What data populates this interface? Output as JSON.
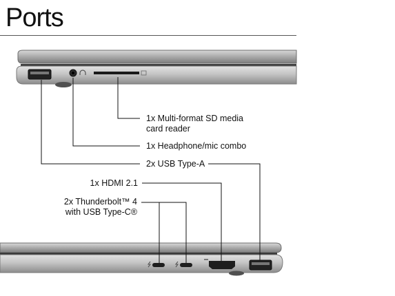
{
  "page": {
    "title": "Ports"
  },
  "left_side": {
    "callouts": [
      {
        "text_lines": [
          "1x Multi-format SD media",
          "card reader"
        ]
      },
      {
        "text_lines": [
          "1x Headphone/mic combo"
        ]
      },
      {
        "text_lines": [
          "2x USB Type-A"
        ]
      }
    ]
  },
  "right_side": {
    "callouts": [
      {
        "text_lines": [
          "1x HDMI 2.1"
        ]
      },
      {
        "text_lines": [
          "2x Thunderbolt™ 4",
          "with USB Type-C®"
        ]
      }
    ]
  }
}
